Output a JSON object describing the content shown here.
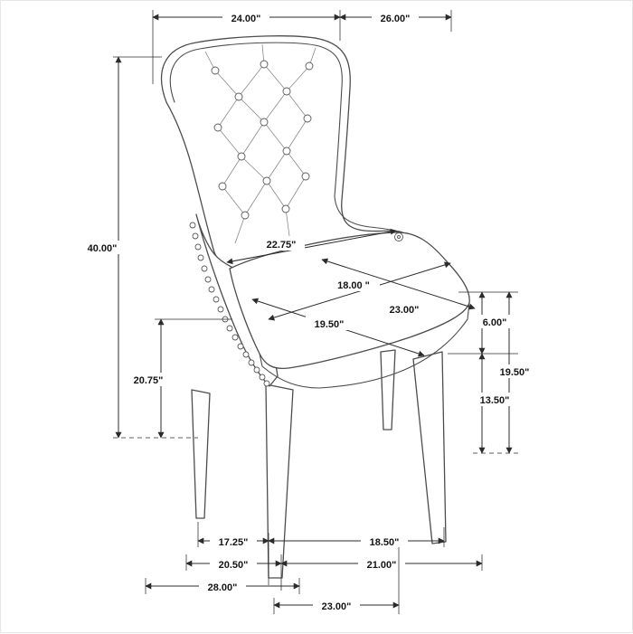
{
  "figure": {
    "subject": "Button-tufted wingback dining chair with nailhead trim",
    "drawing_type": "dimensioned line drawing",
    "unit": "inches",
    "line_color": "#2b2b2b",
    "background": "#ffffff"
  },
  "dimensions": {
    "back_width_top": "24.00\"",
    "depth_top": "26.00\"",
    "overall_height": "40.00\"",
    "side_lower_height": "20.75\"",
    "seat_back_width": "22.75\"",
    "seat_width": "18.00 \"",
    "seat_diagonal": "19.50\"",
    "seat_depth": "23.00\"",
    "cushion_thickness": "6.00\"",
    "seat_height": "19.50\"",
    "leg_height": "13.50\"",
    "leg_span_side": "17.25\"",
    "leg_span_front": "18.50\"",
    "base_span_side": "20.50\"",
    "base_span_front": "21.00\"",
    "overall_depth_floor": "28.00\"",
    "overall_width_floor": "23.00\""
  }
}
